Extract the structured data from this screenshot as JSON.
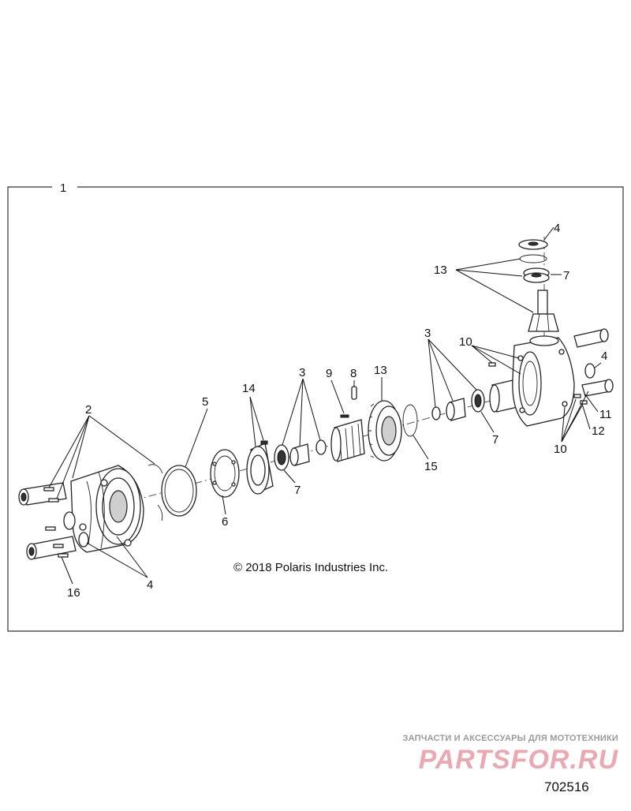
{
  "diagram": {
    "assembly_callout": "1",
    "copyright": "© 2018 Polaris Industries Inc.",
    "diagram_id": "702516",
    "callouts": {
      "c2": "2",
      "c16": "16",
      "c4_left": "4",
      "c5": "5",
      "c6": "6",
      "c14": "14",
      "c7_a": "7",
      "c3_a": "3",
      "c9": "9",
      "c8": "8",
      "c13_mid": "13",
      "c15": "15",
      "c3_b": "3",
      "c7_b": "7",
      "c10_top": "10",
      "c4_right": "4",
      "c11": "11",
      "c12": "12",
      "c10_bottom": "10",
      "c13_top": "13",
      "c4_top": "4",
      "c7_top": "7"
    }
  },
  "watermark": {
    "tagline": "ЗАПЧАСТИ И АКСЕССУАРЫ ДЛЯ МОТОТЕХНИКИ",
    "brand": "PARTSFOR.RU"
  }
}
